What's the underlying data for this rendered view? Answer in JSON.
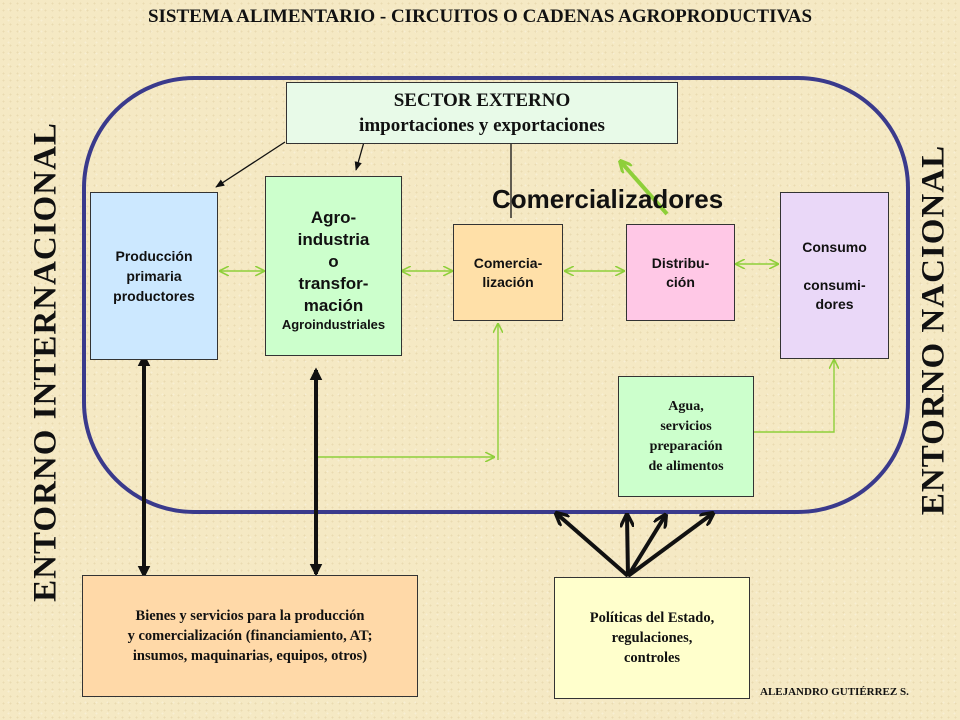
{
  "title": "SISTEMA ALIMENTARIO - CIRCUITOS  O CADENAS AGROPRODUCTIVAS",
  "side_labels": {
    "left": "ENTORNO INTERNACIONAL",
    "right": "ENTORNO NACIONAL"
  },
  "sector_externo": {
    "line1": "SECTOR EXTERNO",
    "line2": "importaciones y exportaciones"
  },
  "comercializadores": "Comercializadores",
  "produccion": {
    "line1": "Producción",
    "line2": "primaria",
    "line3": "productores"
  },
  "agroindustria": {
    "line1": "Agro-",
    "line2": "industria",
    "line3": "o",
    "line4": "transfor-",
    "line5": "mación",
    "line6": "Agroindustriales"
  },
  "comercializacion": {
    "line1": "Comercia-",
    "line2": "lización"
  },
  "distribucion": {
    "line1": "Distribu-",
    "line2": "ción"
  },
  "consumo": {
    "line1": "Consumo",
    "line2": "consumi-",
    "line3": "dores"
  },
  "agua": {
    "line1": "Agua,",
    "line2": "servicios",
    "line3": "preparación",
    "line4": "de alimentos"
  },
  "bienes": {
    "line1": "Bienes y servicios para la producción",
    "line2": "y comercialización (financiamiento, AT;",
    "line3": "insumos, maquinarias, equipos, otros)"
  },
  "politicas": {
    "line1": "Políticas del Estado,",
    "line2": "regulaciones,",
    "line3": "controles"
  },
  "author": "ALEJANDRO GUTIÉRREZ S.",
  "colors": {
    "background": "#f5e9c4",
    "oval_border": "#3a3a8c",
    "sector_externo_fill": "#e8fae8",
    "produccion_fill": "#cce8ff",
    "agroindustria_fill": "#ccffcc",
    "comercializacion_fill": "#ffe0a8",
    "distribucion_fill": "#ffc8e6",
    "consumo_fill": "#ead8f8",
    "agua_fill": "#ccffcc",
    "bienes_fill": "#ffd9a8",
    "politicas_fill": "#ffffcc",
    "connector_green": "#8ecf3a"
  }
}
